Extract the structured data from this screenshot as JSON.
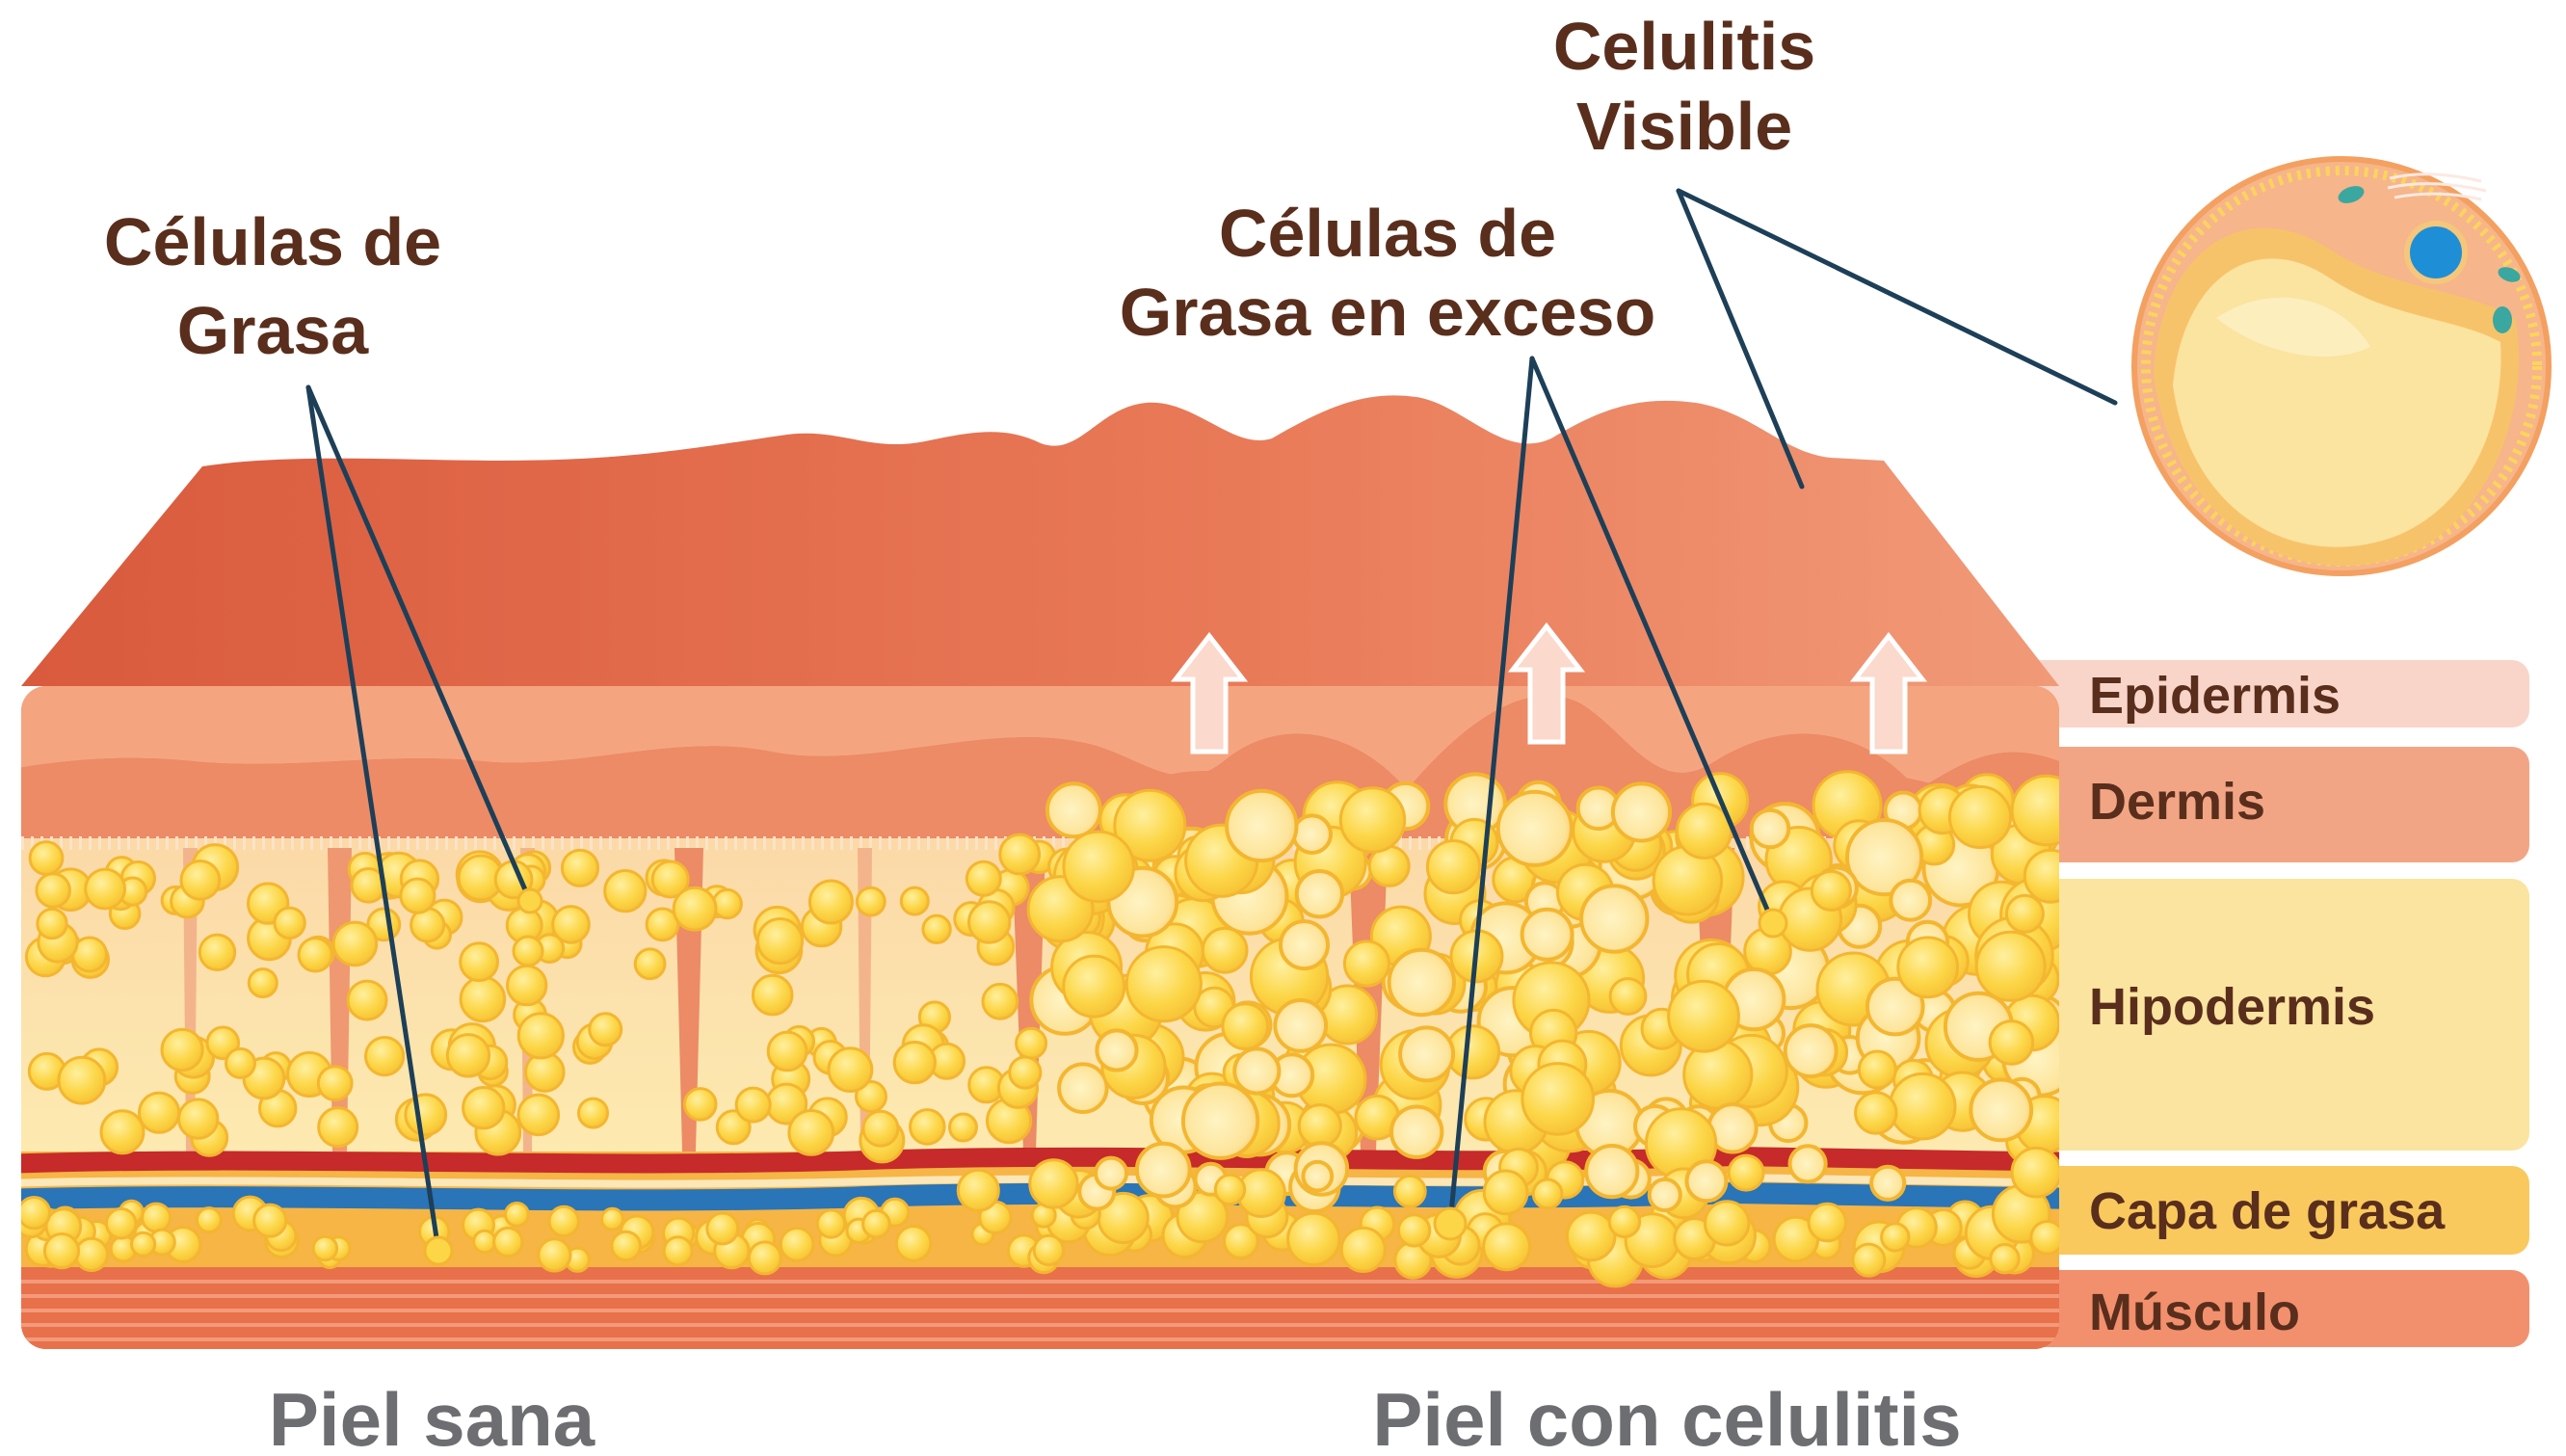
{
  "callouts": {
    "fat_cells": [
      "Células de",
      "Grasa"
    ],
    "excess_fat_cells": [
      "Células de",
      "Grasa en exceso"
    ],
    "visible_cellulite": [
      "Celulitis",
      "Visible"
    ]
  },
  "layers": {
    "epidermis": "Epidermis",
    "dermis": "Dermis",
    "hypodermis": "Hipodermis",
    "fat_layer": "Capa de grasa",
    "muscle": "Músculo"
  },
  "captions": {
    "healthy": "Piel sana",
    "cellulite": "Piel con celulitis"
  },
  "colors": {
    "title_brown": "#5a2e1c",
    "caption_gray": "#6d6e71",
    "leader_line": "#1d3f58",
    "skin_top": "#e1674a",
    "skin_top_light": "#f0916b",
    "dermis": "#eb8a68",
    "epidermis_tag": "#f9d5c9",
    "dermis_tag": "#f2a585",
    "hypodermis_tag": "#fbe4a0",
    "fat_layer_tag": "#f9c95e",
    "muscle_tag": "#f2906e",
    "fat_cell": "#fcd646",
    "fat_cell_edge": "#f4b630",
    "vein_blue": "#2a74b8",
    "artery_red": "#c62a2a"
  }
}
